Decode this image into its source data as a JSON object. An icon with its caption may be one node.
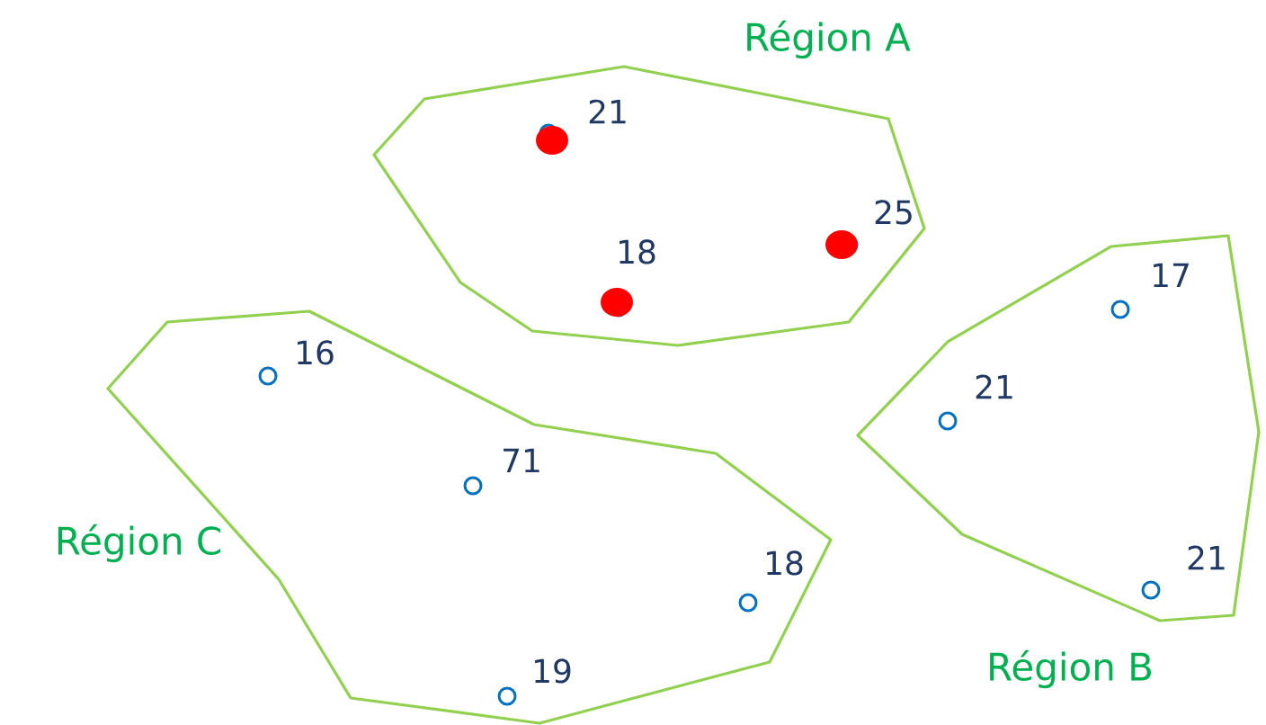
{
  "diagram": {
    "nodes": [
      {
        "text": [
          "Région A"
        ]
      },
      {
        "text": [],
        "shape": "circle",
        "beside": [
          "21"
        ],
        "in": 0
      },
      {
        "text": [],
        "shape": "circle",
        "beside": [
          "18"
        ],
        "in": 0
      },
      {
        "text": [],
        "shape": "circle",
        "beside": [
          "25"
        ],
        "in": 0
      },
      {
        "text": [
          "Région B"
        ]
      },
      {
        "text": [],
        "shape": "circle",
        "beside": [
          "17"
        ],
        "in": 4
      },
      {
        "text": [],
        "shape": "circle",
        "beside": [
          "21"
        ],
        "in": 4
      },
      {
        "text": [],
        "shape": "circle",
        "beside": [
          "21"
        ],
        "in": 4
      },
      {
        "text": [
          "Région C"
        ]
      },
      {
        "text": [],
        "shape": "circle",
        "beside": [
          "16"
        ],
        "in": 8
      },
      {
        "text": [],
        "shape": "circle",
        "beside": [
          "71"
        ],
        "in": 8
      },
      {
        "text": [],
        "shape": "circle",
        "beside": [
          "18"
        ],
        "in": 8
      },
      {
        "text": [],
        "shape": "circle",
        "beside": [
          "19"
        ],
        "in": 8
      }
    ]
  }
}
